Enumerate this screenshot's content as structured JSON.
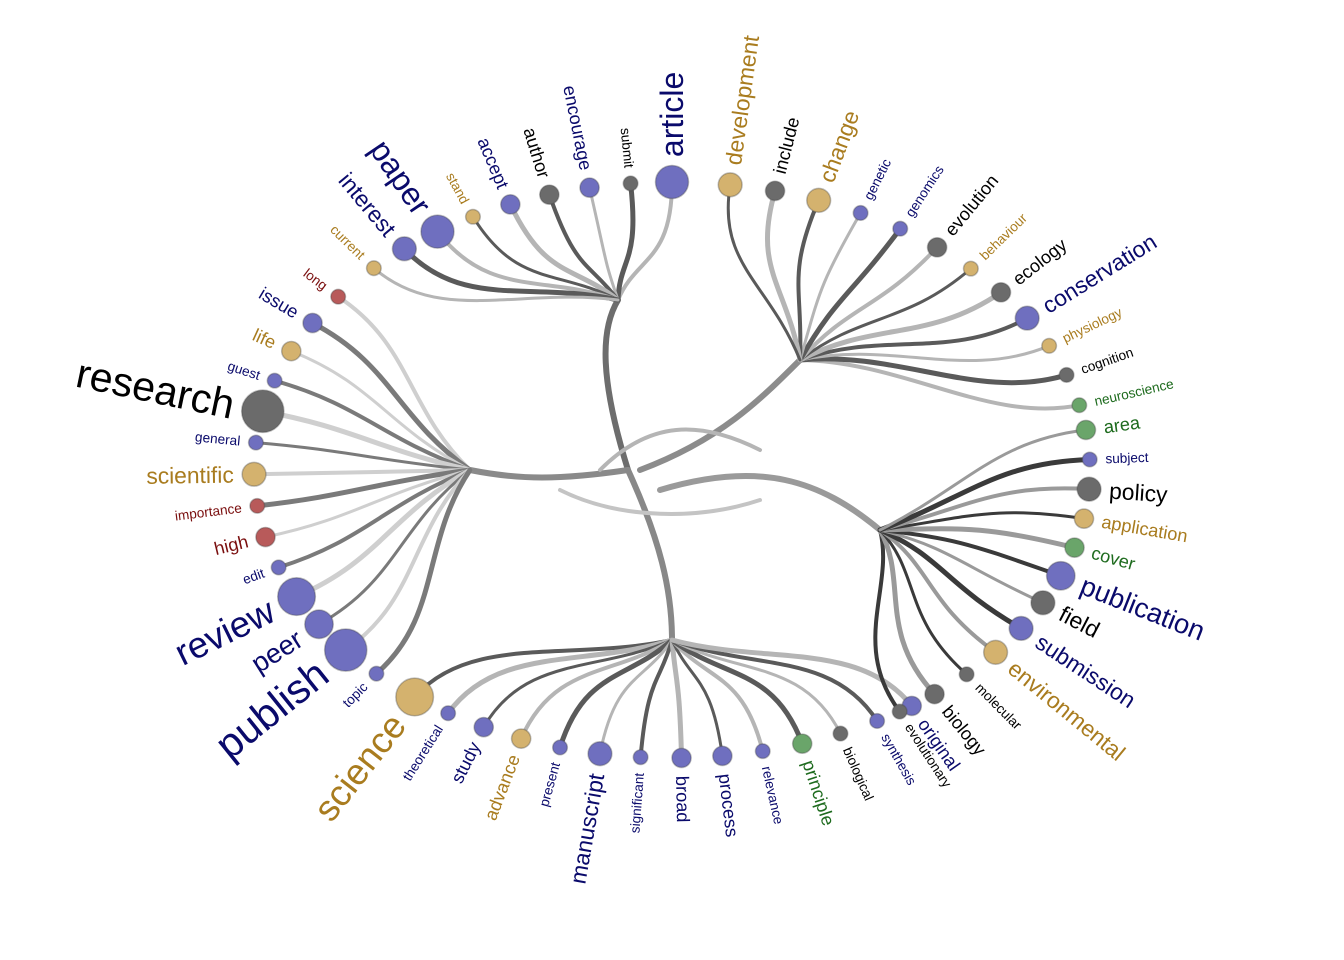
{
  "colors": {
    "blue_node": "#6f6fbf",
    "blue_text": "#0a0a6b",
    "gold_node": "#d4b26e",
    "gold_text": "#a97c1f",
    "red_node": "#b85a5a",
    "red_text": "#7a0e0e",
    "gray_node": "#6b6b6b",
    "gray_text": "#000000",
    "green_node": "#6aa56a",
    "green_text": "#1e6b1e"
  },
  "clusters": [
    {
      "id": "top",
      "words": [
        {
          "label": "article",
          "group": "blue",
          "weight": 5
        },
        {
          "label": "submit",
          "group": "gray",
          "weight": 1
        },
        {
          "label": "encourage",
          "group": "blue",
          "weight": 2
        },
        {
          "label": "author",
          "group": "gray",
          "weight": 2
        },
        {
          "label": "accept",
          "group": "blue",
          "weight": 2
        },
        {
          "label": "stand",
          "group": "gold",
          "weight": 1
        },
        {
          "label": "paper",
          "group": "blue",
          "weight": 5
        },
        {
          "label": "interest",
          "group": "blue",
          "weight": 3
        },
        {
          "label": "current",
          "group": "gold",
          "weight": 1
        }
      ]
    },
    {
      "id": "left",
      "words": [
        {
          "label": "long",
          "group": "red",
          "weight": 1
        },
        {
          "label": "issue",
          "group": "blue",
          "weight": 2
        },
        {
          "label": "life",
          "group": "gold",
          "weight": 2
        },
        {
          "label": "guest",
          "group": "blue",
          "weight": 1
        },
        {
          "label": "research",
          "group": "gray",
          "weight": 7
        },
        {
          "label": "general",
          "group": "blue",
          "weight": 1
        },
        {
          "label": "scientific",
          "group": "gold",
          "weight": 3
        },
        {
          "label": "importance",
          "group": "red",
          "weight": 1
        },
        {
          "label": "high",
          "group": "red",
          "weight": 2
        },
        {
          "label": "edit",
          "group": "blue",
          "weight": 1
        },
        {
          "label": "review",
          "group": "blue",
          "weight": 6
        },
        {
          "label": "peer",
          "group": "blue",
          "weight": 4
        },
        {
          "label": "publish",
          "group": "blue",
          "weight": 7
        },
        {
          "label": "topic",
          "group": "blue",
          "weight": 1
        }
      ]
    },
    {
      "id": "bottom",
      "words": [
        {
          "label": "science",
          "group": "gold",
          "weight": 6
        },
        {
          "label": "theoretical",
          "group": "blue",
          "weight": 1
        },
        {
          "label": "study",
          "group": "blue",
          "weight": 2
        },
        {
          "label": "advance",
          "group": "gold",
          "weight": 2
        },
        {
          "label": "present",
          "group": "blue",
          "weight": 1
        },
        {
          "label": "manuscript",
          "group": "blue",
          "weight": 3
        },
        {
          "label": "significant",
          "group": "blue",
          "weight": 1
        },
        {
          "label": "broad",
          "group": "blue",
          "weight": 2
        },
        {
          "label": "process",
          "group": "blue",
          "weight": 2
        },
        {
          "label": "relevance",
          "group": "blue",
          "weight": 1
        },
        {
          "label": "principle",
          "group": "green",
          "weight": 2
        },
        {
          "label": "biological",
          "group": "gray",
          "weight": 1
        },
        {
          "label": "synthesis",
          "group": "blue",
          "weight": 1
        },
        {
          "label": "original",
          "group": "blue",
          "weight": 2
        }
      ]
    },
    {
      "id": "right",
      "words": [
        {
          "label": "evolutionary",
          "group": "gray",
          "weight": 1
        },
        {
          "label": "biology",
          "group": "gray",
          "weight": 2
        },
        {
          "label": "molecular",
          "group": "gray",
          "weight": 1
        },
        {
          "label": "environmental",
          "group": "gold",
          "weight": 3
        },
        {
          "label": "submission",
          "group": "blue",
          "weight": 3
        },
        {
          "label": "field",
          "group": "gray",
          "weight": 3
        },
        {
          "label": "publication",
          "group": "blue",
          "weight": 4
        },
        {
          "label": "cover",
          "group": "green",
          "weight": 2
        },
        {
          "label": "application",
          "group": "gold",
          "weight": 2
        },
        {
          "label": "policy",
          "group": "gray",
          "weight": 3
        },
        {
          "label": "subject",
          "group": "blue",
          "weight": 1
        },
        {
          "label": "area",
          "group": "green",
          "weight": 2
        }
      ]
    },
    {
      "id": "top-right",
      "words": [
        {
          "label": "neuroscience",
          "group": "green",
          "weight": 1
        },
        {
          "label": "cognition",
          "group": "gray",
          "weight": 1
        },
        {
          "label": "physiology",
          "group": "gold",
          "weight": 1
        },
        {
          "label": "conservation",
          "group": "blue",
          "weight": 3
        },
        {
          "label": "ecology",
          "group": "gray",
          "weight": 2
        },
        {
          "label": "behaviour",
          "group": "gold",
          "weight": 1
        },
        {
          "label": "evolution",
          "group": "gray",
          "weight": 2
        },
        {
          "label": "genomics",
          "group": "blue",
          "weight": 1
        },
        {
          "label": "genetic",
          "group": "blue",
          "weight": 1
        },
        {
          "label": "change",
          "group": "gold",
          "weight": 3
        },
        {
          "label": "include",
          "group": "gray",
          "weight": 2
        },
        {
          "label": "development",
          "group": "gold",
          "weight": 3
        }
      ]
    }
  ]
}
